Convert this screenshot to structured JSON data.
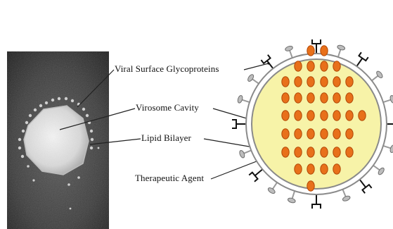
{
  "labels": {
    "glycoproteins": "Viral Surface Glycoproteins",
    "cavity": "Virosome Cavity",
    "bilayer": "Lipid Bilayer",
    "agent": "Therapeutic Agent"
  },
  "colors": {
    "cavity_fill": "#f7f3a8",
    "membrane": "#8a8a8a",
    "agent_fill": "#e8701a",
    "agent_stroke": "#b34a08",
    "spike_dark": "#111111",
    "spike_grey": "#9a9a9a"
  }
}
